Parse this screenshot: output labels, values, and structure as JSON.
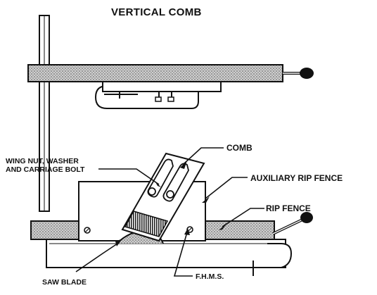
{
  "diagram": {
    "title": "VERTICAL COMB",
    "labels": {
      "comb": "COMB",
      "wing_nut_line1": "WING NUT, WASHER",
      "wing_nut_line2": "AND CARRIAGE BOLT",
      "auxiliary_rip_fence": "AUXILIARY RIP FENCE",
      "rip_fence": "RIP FENCE",
      "saw_blade": "SAW BLADE",
      "fhms": "F.H.M.S."
    }
  }
}
